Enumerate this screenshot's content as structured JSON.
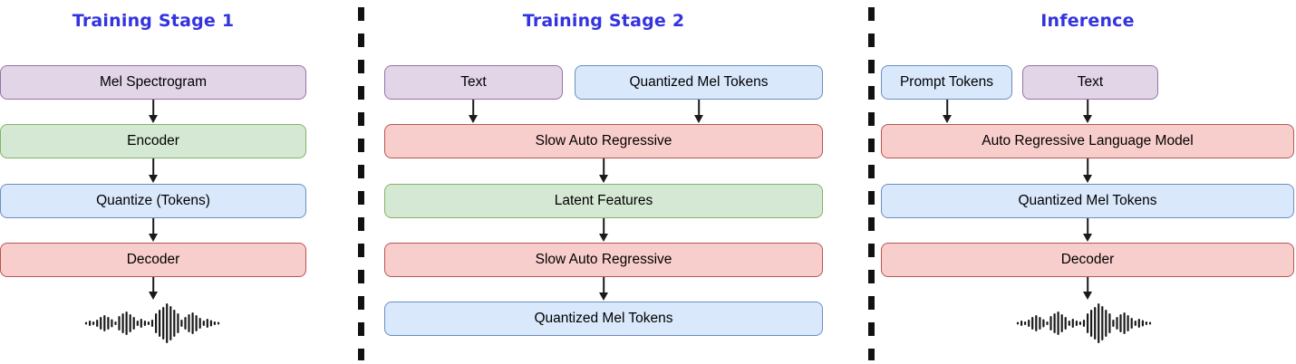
{
  "palette": {
    "purple-fill": "#E1D5E7",
    "purple-stroke": "#9673A6",
    "green-fill": "#D5E8D4",
    "green-stroke": "#82B366",
    "blue-fill": "#DAE8FC",
    "blue-stroke": "#6C8EBF",
    "red-fill": "#F8CECC",
    "red-stroke": "#B85450",
    "title-color": "#3333E0",
    "text-color": "#000000"
  },
  "sections": [
    {
      "title": "Training Stage 1",
      "flow": [
        {
          "label": "Mel Spectrogram",
          "color": "purple"
        },
        {
          "label": "Encoder",
          "color": "green"
        },
        {
          "label": "Quantize (Tokens)",
          "color": "blue"
        },
        {
          "label": "Decoder",
          "color": "red"
        }
      ],
      "output_icon": "waveform-icon"
    },
    {
      "title": "Training Stage 2",
      "inputs": [
        {
          "label": "Text",
          "color": "purple"
        },
        {
          "label": "Quantized Mel Tokens",
          "color": "blue"
        }
      ],
      "flow": [
        {
          "label": "Slow Auto Regressive",
          "color": "red"
        },
        {
          "label": "Latent Features",
          "color": "green"
        },
        {
          "label": "Slow Auto Regressive",
          "color": "red"
        },
        {
          "label": "Quantized Mel Tokens",
          "color": "blue"
        }
      ]
    },
    {
      "title": "Inference",
      "inputs": [
        {
          "label": "Prompt Tokens",
          "color": "blue"
        },
        {
          "label": "Text",
          "color": "purple"
        }
      ],
      "flow": [
        {
          "label": "Auto Regressive Language Model",
          "color": "red"
        },
        {
          "label": "Quantized Mel Tokens",
          "color": "blue"
        },
        {
          "label": "Decoder",
          "color": "red"
        }
      ],
      "output_icon": "waveform-icon"
    }
  ]
}
